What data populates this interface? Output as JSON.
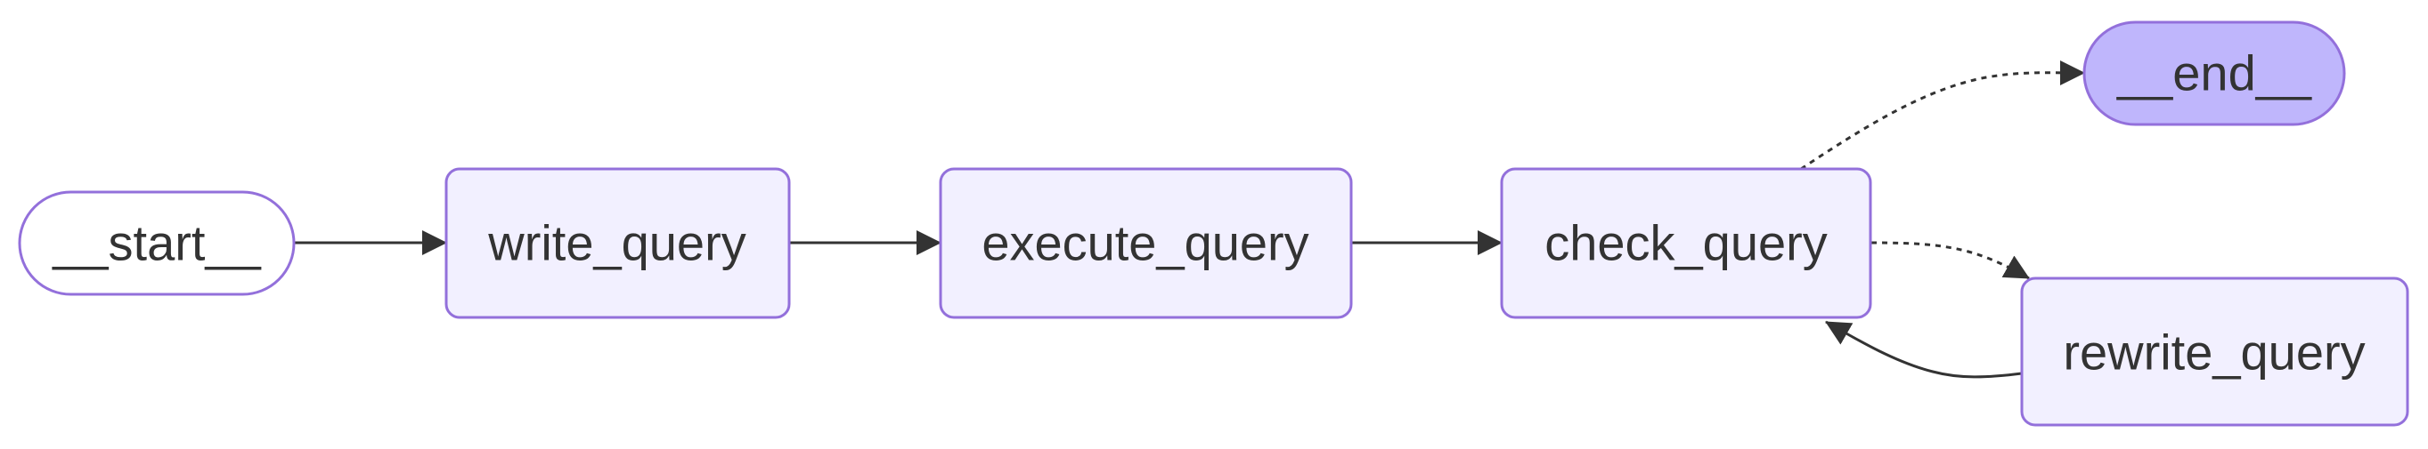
{
  "diagram": {
    "nodes": {
      "start": {
        "label": "__start__"
      },
      "write_query": {
        "label": "write_query"
      },
      "execute_query": {
        "label": "execute_query"
      },
      "check_query": {
        "label": "check_query"
      },
      "rewrite_query": {
        "label": "rewrite_query"
      },
      "end": {
        "label": "__end__"
      }
    },
    "edges": [
      {
        "from": "__start__",
        "to": "write_query",
        "style": "solid"
      },
      {
        "from": "write_query",
        "to": "execute_query",
        "style": "solid"
      },
      {
        "from": "execute_query",
        "to": "check_query",
        "style": "solid"
      },
      {
        "from": "check_query",
        "to": "__end__",
        "style": "dashed"
      },
      {
        "from": "check_query",
        "to": "rewrite_query",
        "style": "dashed"
      },
      {
        "from": "rewrite_query",
        "to": "check_query",
        "style": "solid"
      }
    ]
  },
  "colors": {
    "node_fill": "#F2F0FF",
    "node_stroke": "#9370DB",
    "terminal_fill": "#BFB6FC",
    "start_fill": "#FFFFFF",
    "edge": "#333333",
    "text": "#333333"
  }
}
